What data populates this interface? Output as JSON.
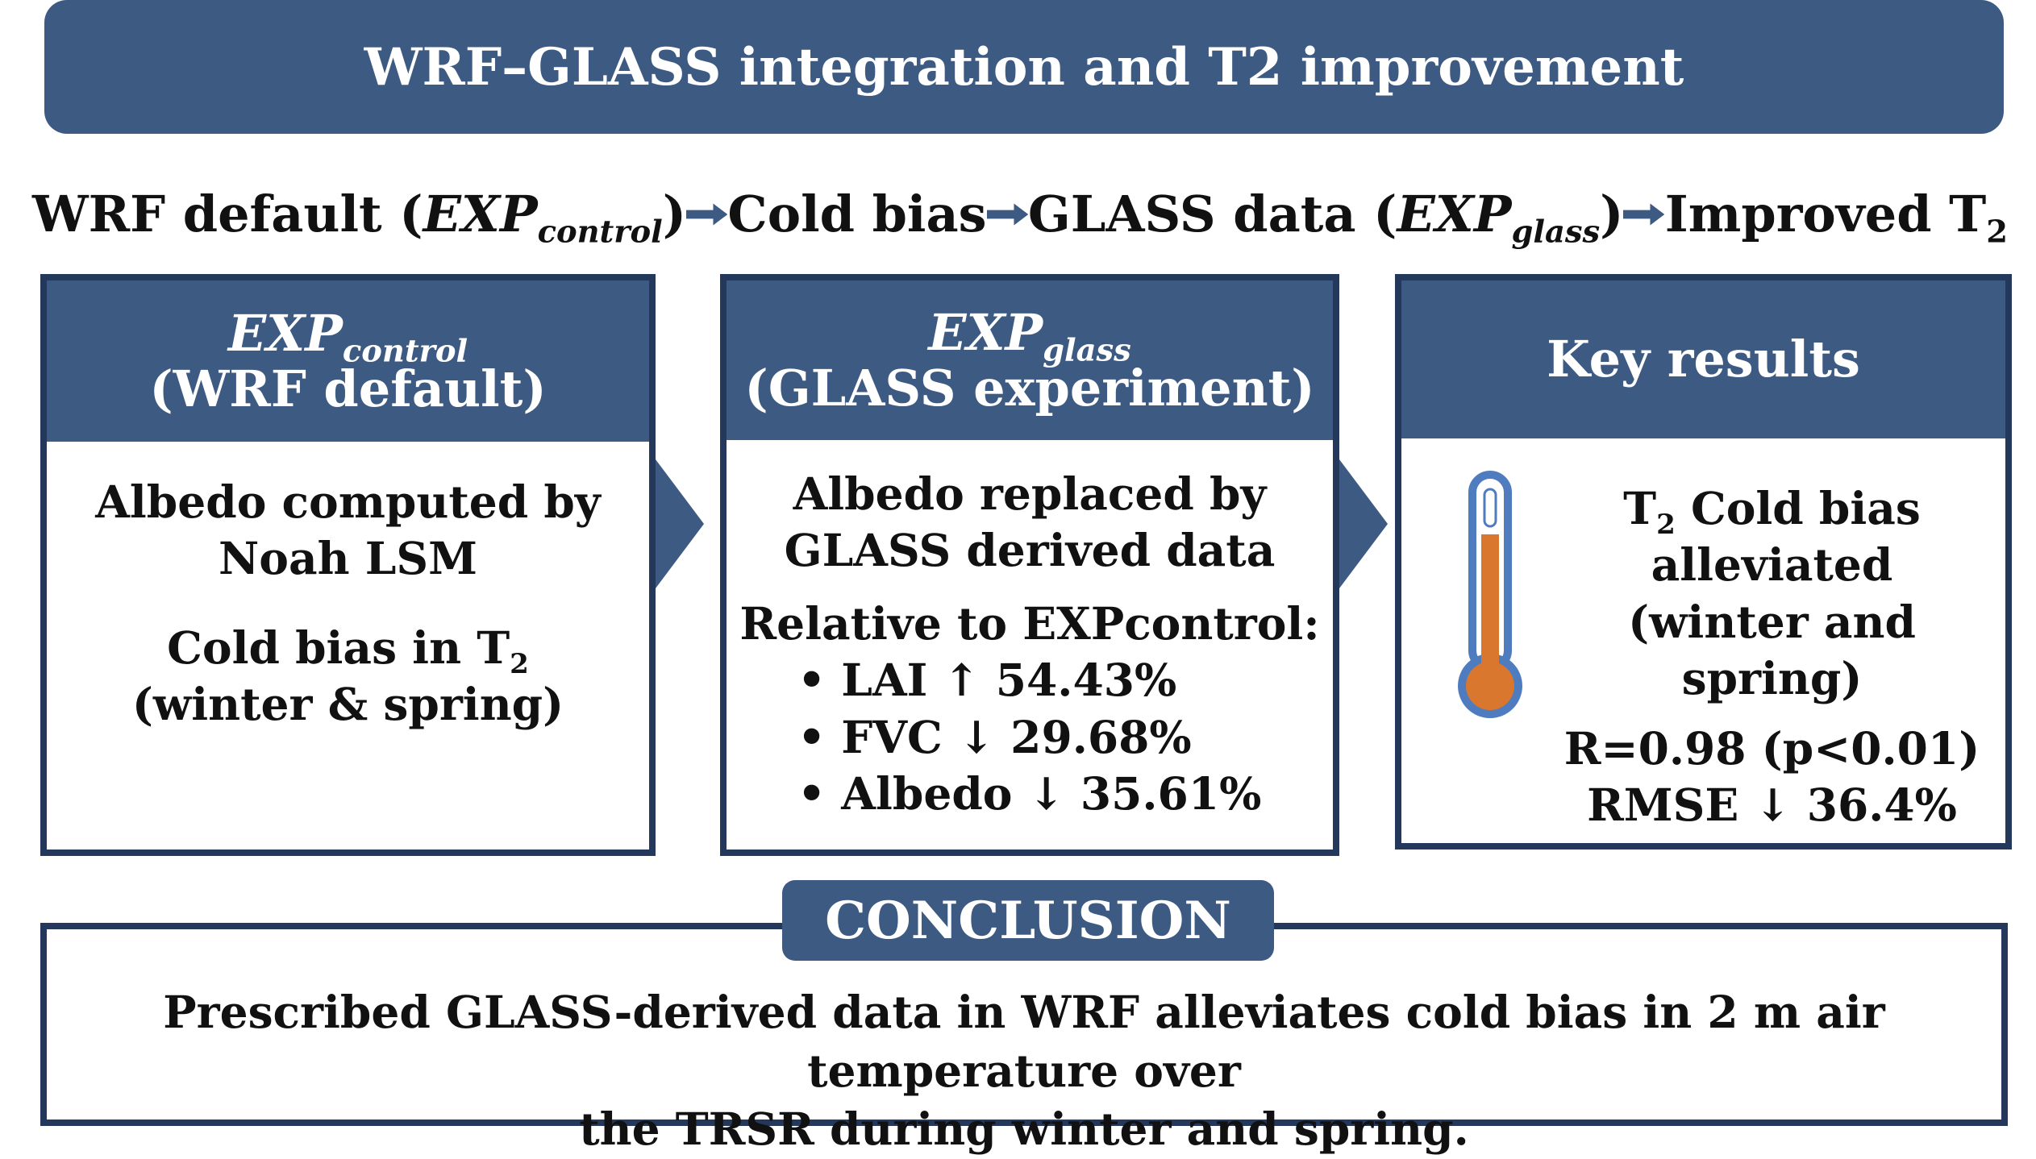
{
  "title": "WRF–GLASS integration and T2 improvement",
  "flow": {
    "step1_text": "WRF default (",
    "step1_exp": "EXP",
    "step1_sub": "control",
    "step1_close": ")",
    "step2": "Cold bias",
    "step3_text": "GLASS data (",
    "step3_exp": "EXP",
    "step3_sub": "glass",
    "step3_close": ")",
    "step4_text": "Improved T",
    "step4_sub": "2"
  },
  "panels": {
    "control": {
      "head_exp": "EXP",
      "head_sub": "control",
      "head_line2": "(WRF default)",
      "line1": "Albedo computed by",
      "line2": "Noah LSM",
      "line3_text": "Cold bias in T",
      "line3_sub": "2",
      "line4": "(winter & spring)"
    },
    "glass": {
      "head_exp": "EXP",
      "head_sub": "glass",
      "head_line2": "(GLASS experiment)",
      "line1": "Albedo replaced by",
      "line2": "GLASS derived data",
      "line3": "Relative to EXPcontrol:",
      "bullets": [
        "• LAI ↑ 54.43%",
        "• FVC ↓ 29.68%",
        "• Albedo ↓ 35.61%"
      ]
    },
    "results": {
      "head": "Key results",
      "line1_text": "T",
      "line1_sub": "2",
      "line1_rest": " Cold bias",
      "line2": "alleviated",
      "line3": "(winter and spring)",
      "line4": "R=0.98 (p<0.01)",
      "line5": "RMSE ↓ 36.4%"
    }
  },
  "conclusion": {
    "tag": "CONCLUSION",
    "line1": "Prescribed GLASS-derived data in WRF alleviates cold bias in 2 m air temperature over",
    "line2": "the TRSR during winter and spring."
  },
  "colors": {
    "navy": "#3d5a83",
    "border": "#23385a",
    "thermometer_fill": "#d9772e",
    "thermometer_outline": "#4f7bbf"
  }
}
